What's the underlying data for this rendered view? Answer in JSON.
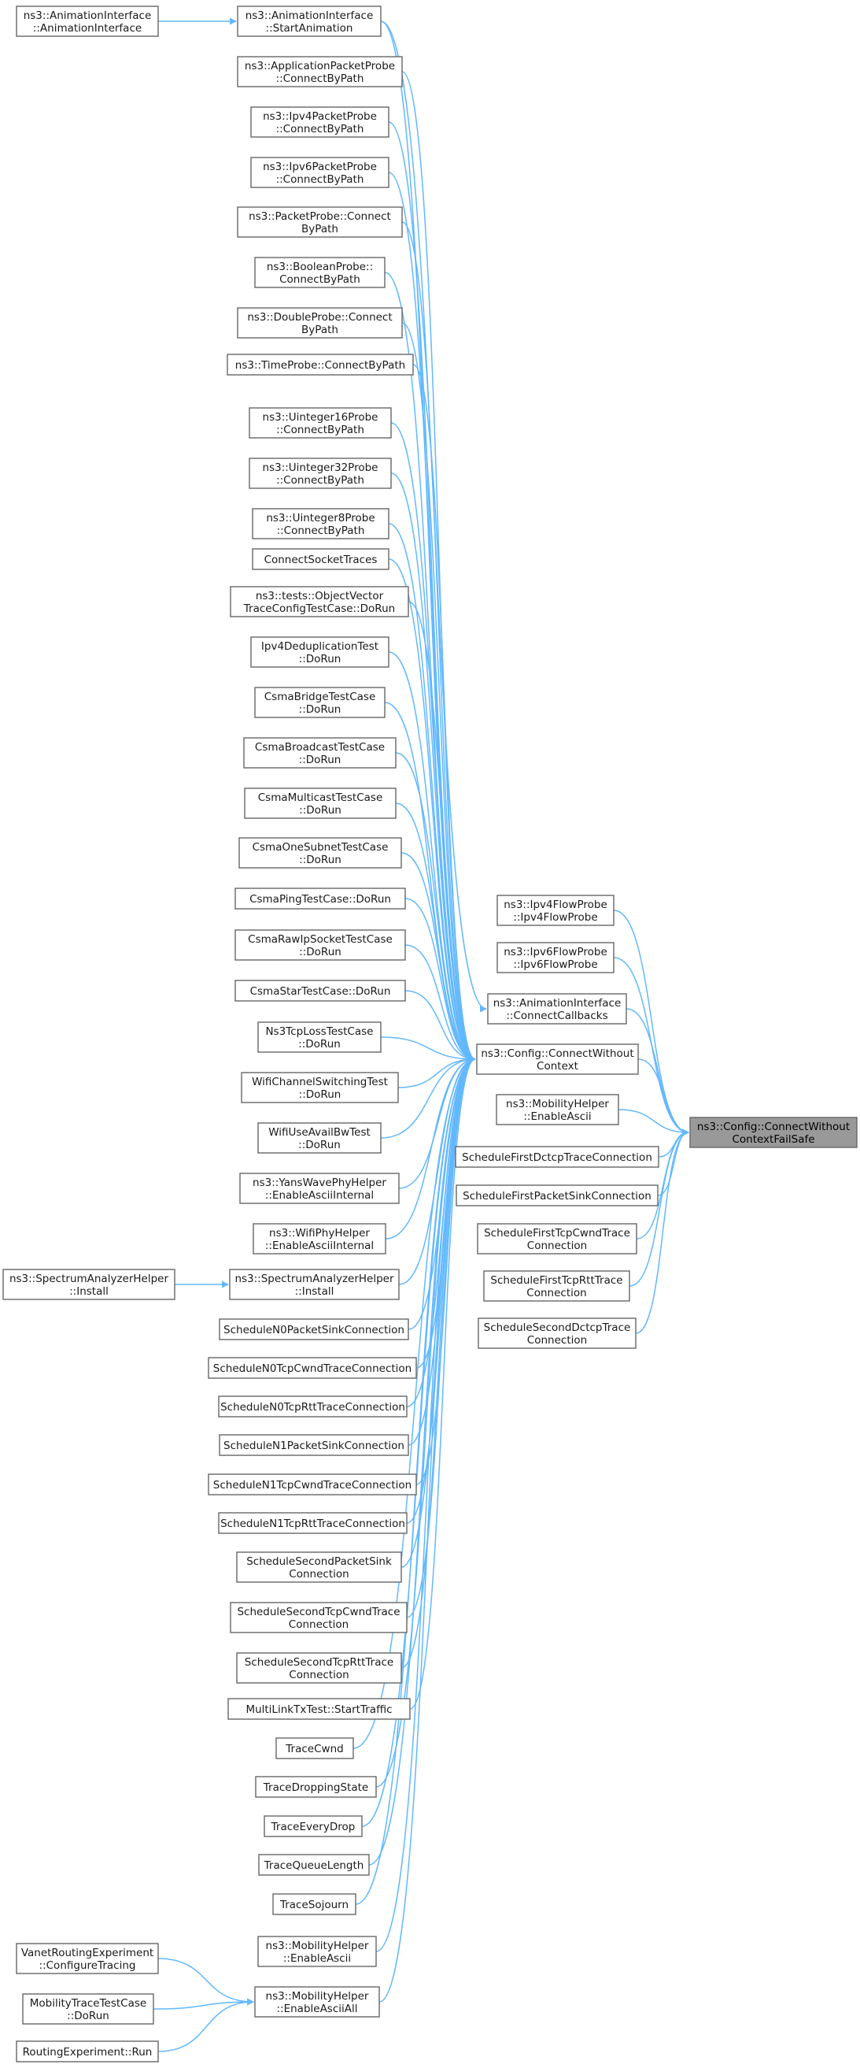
{
  "diagram": {
    "root": {
      "id": "root",
      "lines": [
        "ns3::Config::ConnectWithout",
        "ContextFailSafe"
      ]
    },
    "hub": {
      "id": "hub",
      "lines": [
        "ns3::Config::ConnectWithout",
        "Context"
      ]
    },
    "nodes": [
      {
        "id": "aniIface",
        "lines": [
          "ns3::AnimationInterface",
          "::AnimationInterface"
        ]
      },
      {
        "id": "startAnim",
        "lines": [
          "ns3::AnimationInterface",
          "::StartAnimation"
        ]
      },
      {
        "id": "appProbe",
        "lines": [
          "ns3::ApplicationPacketProbe",
          "::ConnectByPath"
        ]
      },
      {
        "id": "ipv4Probe",
        "lines": [
          "ns3::Ipv4PacketProbe",
          "::ConnectByPath"
        ]
      },
      {
        "id": "ipv6Probe",
        "lines": [
          "ns3::Ipv6PacketProbe",
          "::ConnectByPath"
        ]
      },
      {
        "id": "pktProbe",
        "lines": [
          "ns3::PacketProbe::Connect",
          "ByPath"
        ]
      },
      {
        "id": "boolProbe",
        "lines": [
          "ns3::BooleanProbe::",
          "ConnectByPath"
        ]
      },
      {
        "id": "dblProbe",
        "lines": [
          "ns3::DoubleProbe::Connect",
          "ByPath"
        ]
      },
      {
        "id": "timeProbe",
        "lines": [
          "ns3::TimeProbe::ConnectByPath"
        ]
      },
      {
        "id": "u16Probe",
        "lines": [
          "ns3::Uinteger16Probe",
          "::ConnectByPath"
        ]
      },
      {
        "id": "u32Probe",
        "lines": [
          "ns3::Uinteger32Probe",
          "::ConnectByPath"
        ]
      },
      {
        "id": "u8Probe",
        "lines": [
          "ns3::Uinteger8Probe",
          "::ConnectByPath"
        ]
      },
      {
        "id": "connSock",
        "lines": [
          "ConnectSocketTraces"
        ]
      },
      {
        "id": "objVec",
        "lines": [
          "ns3::tests::ObjectVector",
          "TraceConfigTestCase::DoRun"
        ]
      },
      {
        "id": "ipv4Dedup",
        "lines": [
          "Ipv4DeduplicationTest",
          "::DoRun"
        ]
      },
      {
        "id": "csmaBridge",
        "lines": [
          "CsmaBridgeTestCase",
          "::DoRun"
        ]
      },
      {
        "id": "csmaBcast",
        "lines": [
          "CsmaBroadcastTestCase",
          "::DoRun"
        ]
      },
      {
        "id": "csmaMcast",
        "lines": [
          "CsmaMulticastTestCase",
          "::DoRun"
        ]
      },
      {
        "id": "csmaOne",
        "lines": [
          "CsmaOneSubnetTestCase",
          "::DoRun"
        ]
      },
      {
        "id": "csmaPing",
        "lines": [
          "CsmaPingTestCase::DoRun"
        ]
      },
      {
        "id": "csmaRaw",
        "lines": [
          "CsmaRawIpSocketTestCase",
          "::DoRun"
        ]
      },
      {
        "id": "csmaStar",
        "lines": [
          "CsmaStarTestCase::DoRun"
        ]
      },
      {
        "id": "ns3Tcp",
        "lines": [
          "Ns3TcpLossTestCase",
          "::DoRun"
        ]
      },
      {
        "id": "wifiChan",
        "lines": [
          "WifiChannelSwitchingTest",
          "::DoRun"
        ]
      },
      {
        "id": "wifiAvail",
        "lines": [
          "WifiUseAvailBwTest",
          "::DoRun"
        ]
      },
      {
        "id": "yans",
        "lines": [
          "ns3::YansWavePhyHelper",
          "::EnableAsciiInternal"
        ]
      },
      {
        "id": "wifiPhy",
        "lines": [
          "ns3::WifiPhyHelper",
          "::EnableAsciiInternal"
        ]
      },
      {
        "id": "specInstallL",
        "lines": [
          "ns3::SpectrumAnalyzerHelper",
          "::Install"
        ]
      },
      {
        "id": "specInstall",
        "lines": [
          "ns3::SpectrumAnalyzerHelper",
          "::Install"
        ]
      },
      {
        "id": "n0Pkt",
        "lines": [
          "ScheduleN0PacketSinkConnection"
        ]
      },
      {
        "id": "n0Cwnd",
        "lines": [
          "ScheduleN0TcpCwndTraceConnection"
        ]
      },
      {
        "id": "n0Rtt",
        "lines": [
          "ScheduleN0TcpRttTraceConnection"
        ]
      },
      {
        "id": "n1Pkt",
        "lines": [
          "ScheduleN1PacketSinkConnection"
        ]
      },
      {
        "id": "n1Cwnd",
        "lines": [
          "ScheduleN1TcpCwndTraceConnection"
        ]
      },
      {
        "id": "n1Rtt",
        "lines": [
          "ScheduleN1TcpRttTraceConnection"
        ]
      },
      {
        "id": "secPkt",
        "lines": [
          "ScheduleSecondPacketSink",
          "Connection"
        ]
      },
      {
        "id": "secCwnd",
        "lines": [
          "ScheduleSecondTcpCwndTrace",
          "Connection"
        ]
      },
      {
        "id": "secRtt",
        "lines": [
          "ScheduleSecondTcpRttTrace",
          "Connection"
        ]
      },
      {
        "id": "multiLink",
        "lines": [
          "MultiLinkTxTest::StartTraffic"
        ]
      },
      {
        "id": "traceCwnd",
        "lines": [
          "TraceCwnd"
        ]
      },
      {
        "id": "traceDrop",
        "lines": [
          "TraceDroppingState"
        ]
      },
      {
        "id": "traceEvery",
        "lines": [
          "TraceEveryDrop"
        ]
      },
      {
        "id": "traceQueue",
        "lines": [
          "TraceQueueLength"
        ]
      },
      {
        "id": "traceSoj",
        "lines": [
          "TraceSojourn"
        ]
      },
      {
        "id": "mobAscii2",
        "lines": [
          "ns3::MobilityHelper",
          "::EnableAscii"
        ]
      },
      {
        "id": "mobAll",
        "lines": [
          "ns3::MobilityHelper",
          "::EnableAsciiAll"
        ]
      },
      {
        "id": "vanet",
        "lines": [
          "VanetRoutingExperiment",
          "::ConfigureTracing"
        ]
      },
      {
        "id": "mobTest",
        "lines": [
          "MobilityTraceTestCase",
          "::DoRun"
        ]
      },
      {
        "id": "routing",
        "lines": [
          "RoutingExperiment::Run"
        ]
      },
      {
        "id": "ipv4Flow",
        "lines": [
          "ns3::Ipv4FlowProbe",
          "::Ipv4FlowProbe"
        ]
      },
      {
        "id": "ipv6Flow",
        "lines": [
          "ns3::Ipv6FlowProbe",
          "::Ipv6FlowProbe"
        ]
      },
      {
        "id": "aniCb",
        "lines": [
          "ns3::AnimationInterface",
          "::ConnectCallbacks"
        ]
      },
      {
        "id": "mobAscii",
        "lines": [
          "ns3::MobilityHelper",
          "::EnableAscii"
        ]
      },
      {
        "id": "firstDctcp",
        "lines": [
          "ScheduleFirstDctcpTraceConnection"
        ]
      },
      {
        "id": "firstPkt",
        "lines": [
          "ScheduleFirstPacketSinkConnection"
        ]
      },
      {
        "id": "firstCwnd",
        "lines": [
          "ScheduleFirstTcpCwndTrace",
          "Connection"
        ]
      },
      {
        "id": "firstRtt",
        "lines": [
          "ScheduleFirstTcpRttTrace",
          "Connection"
        ]
      },
      {
        "id": "secDctcp",
        "lines": [
          "ScheduleSecondDctcpTrace",
          "Connection"
        ]
      }
    ],
    "edges": [
      [
        "aniIface",
        "startAnim"
      ],
      [
        "startAnim",
        "hub"
      ],
      [
        "appProbe",
        "hub"
      ],
      [
        "ipv4Probe",
        "hub"
      ],
      [
        "ipv6Probe",
        "hub"
      ],
      [
        "pktProbe",
        "hub"
      ],
      [
        "boolProbe",
        "hub"
      ],
      [
        "dblProbe",
        "hub"
      ],
      [
        "timeProbe",
        "hub"
      ],
      [
        "u16Probe",
        "hub"
      ],
      [
        "u32Probe",
        "hub"
      ],
      [
        "u8Probe",
        "hub"
      ],
      [
        "connSock",
        "hub"
      ],
      [
        "objVec",
        "hub"
      ],
      [
        "ipv4Dedup",
        "hub"
      ],
      [
        "csmaBridge",
        "hub"
      ],
      [
        "csmaBcast",
        "hub"
      ],
      [
        "csmaMcast",
        "hub"
      ],
      [
        "csmaOne",
        "hub"
      ],
      [
        "csmaPing",
        "hub"
      ],
      [
        "csmaRaw",
        "hub"
      ],
      [
        "csmaStar",
        "hub"
      ],
      [
        "ns3Tcp",
        "hub"
      ],
      [
        "wifiChan",
        "hub"
      ],
      [
        "wifiAvail",
        "hub"
      ],
      [
        "yans",
        "hub"
      ],
      [
        "wifiPhy",
        "hub"
      ],
      [
        "specInstallL",
        "specInstall"
      ],
      [
        "specInstall",
        "hub"
      ],
      [
        "n0Pkt",
        "hub"
      ],
      [
        "n0Cwnd",
        "hub"
      ],
      [
        "n0Rtt",
        "hub"
      ],
      [
        "n1Pkt",
        "hub"
      ],
      [
        "n1Cwnd",
        "hub"
      ],
      [
        "n1Rtt",
        "hub"
      ],
      [
        "secPkt",
        "hub"
      ],
      [
        "secCwnd",
        "hub"
      ],
      [
        "secRtt",
        "hub"
      ],
      [
        "multiLink",
        "hub"
      ],
      [
        "traceCwnd",
        "hub"
      ],
      [
        "traceDrop",
        "hub"
      ],
      [
        "traceEvery",
        "hub"
      ],
      [
        "traceQueue",
        "hub"
      ],
      [
        "traceSoj",
        "hub"
      ],
      [
        "mobAscii2",
        "hub"
      ],
      [
        "mobAll",
        "hub"
      ],
      [
        "vanet",
        "mobAll"
      ],
      [
        "mobTest",
        "mobAll"
      ],
      [
        "routing",
        "mobAll"
      ],
      [
        "startAnim",
        "aniCb"
      ],
      [
        "ipv4Flow",
        "root"
      ],
      [
        "ipv6Flow",
        "root"
      ],
      [
        "aniCb",
        "root"
      ],
      [
        "hub",
        "root"
      ],
      [
        "mobAscii",
        "root"
      ],
      [
        "firstDctcp",
        "root"
      ],
      [
        "firstPkt",
        "root"
      ],
      [
        "firstCwnd",
        "root"
      ],
      [
        "firstRtt",
        "root"
      ],
      [
        "secDctcp",
        "root"
      ]
    ]
  }
}
